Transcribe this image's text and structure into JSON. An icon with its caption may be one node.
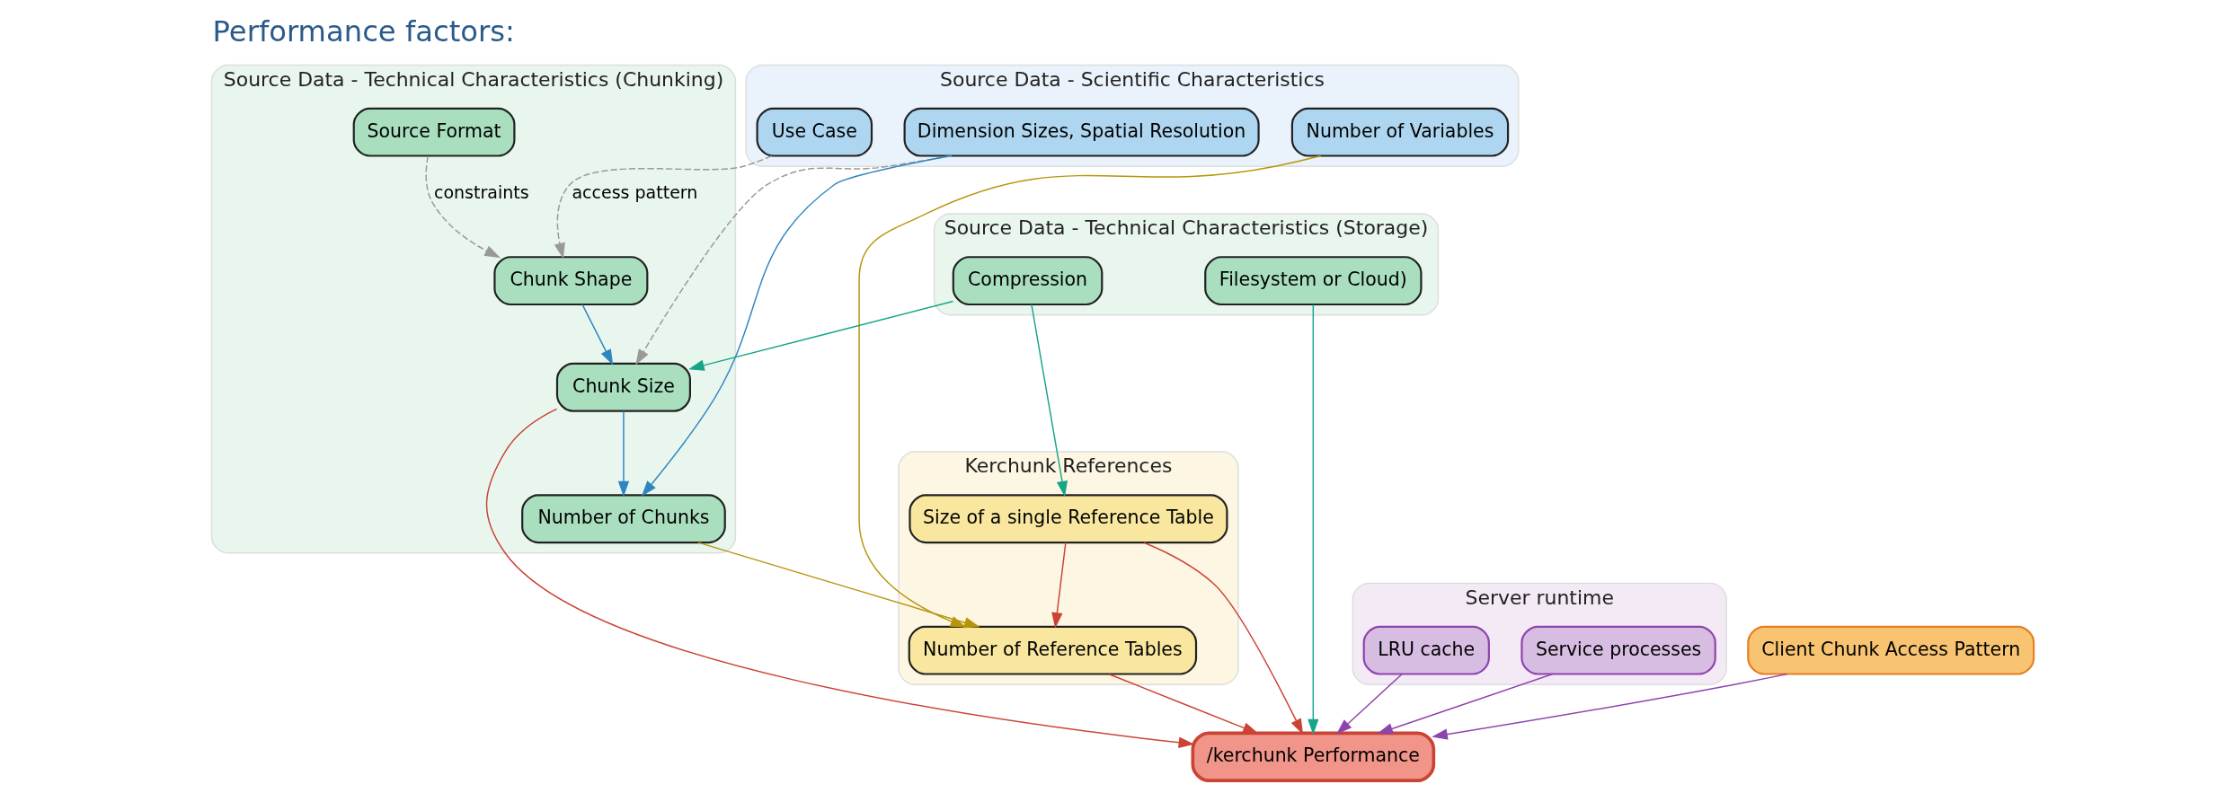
{
  "diagram": {
    "title": "Performance factors:",
    "nodes": [
      {
        "text": [
          "Source Data - Scientific Characteristics"
        ]
      },
      {
        "text": [
          "Use Case"
        ],
        "in": 0
      },
      {
        "text": [
          "Dimension Sizes, Spatial Resolution"
        ],
        "in": 0
      },
      {
        "text": [
          "Number of Variables"
        ],
        "in": 0
      },
      {
        "text": [
          "Source Data - Technical Characteristics (Chunking)"
        ]
      },
      {
        "text": [
          "Source Format"
        ],
        "in": 4
      },
      {
        "text": [
          "Chunk Shape"
        ],
        "in": 4
      },
      {
        "text": [
          "Chunk Size"
        ],
        "in": 4
      },
      {
        "text": [
          "Number of Chunks"
        ],
        "in": 4
      },
      {
        "text": [
          "Source Data - Technical Characteristics (Storage)"
        ]
      },
      {
        "text": [
          "Compression"
        ],
        "in": 9
      },
      {
        "text": [
          "Filesystem or Cloud)"
        ],
        "in": 9
      },
      {
        "text": [
          "Kerchunk References"
        ]
      },
      {
        "text": [
          "Number of Reference Tables"
        ],
        "in": 12
      },
      {
        "text": [
          "Size of a single Reference Table"
        ],
        "in": 12
      },
      {
        "text": [
          "Server runtime"
        ]
      },
      {
        "text": [
          "LRU cache"
        ],
        "in": 15
      },
      {
        "text": [
          "Service processes"
        ],
        "in": 15
      },
      {
        "text": [
          "Client Chunk Access Pattern"
        ]
      },
      {
        "text": [
          "/kerchunk Performance"
        ]
      }
    ],
    "edges": [
      {
        "from": 1,
        "to": 6,
        "arrow": "to",
        "label": "access pattern",
        "style": "dashed",
        "color": "#999999"
      },
      {
        "from": 2,
        "to": 7,
        "arrow": "to",
        "style": "dashed",
        "color": "#999999"
      },
      {
        "from": 2,
        "to": 8,
        "arrow": "to",
        "color": "#2e86c1"
      },
      {
        "from": 3,
        "to": 13,
        "arrow": "to",
        "color": "#b7950b"
      },
      {
        "from": 10,
        "to": 7,
        "arrow": "to",
        "color": "#17a589"
      },
      {
        "from": 5,
        "to": 6,
        "arrow": "to",
        "label": "constraints",
        "style": "dashed",
        "color": "#999999"
      },
      {
        "from": 6,
        "to": 7,
        "arrow": "to",
        "color": "#2e86c1"
      },
      {
        "from": 7,
        "to": 8,
        "arrow": "to",
        "color": "#2e86c1"
      },
      {
        "from": 8,
        "to": 13,
        "arrow": "to",
        "color": "#b7950b"
      },
      {
        "from": 10,
        "to": 14,
        "arrow": "to",
        "color": "#17a589"
      },
      {
        "from": 14,
        "to": 13,
        "arrow": "to",
        "color": "#cb4335"
      },
      {
        "from": 7,
        "to": 19,
        "arrow": "to",
        "color": "#cb4335"
      },
      {
        "from": 13,
        "to": 19,
        "arrow": "to",
        "color": "#cb4335"
      },
      {
        "from": 14,
        "to": 19,
        "arrow": "to",
        "color": "#cb4335"
      },
      {
        "from": 11,
        "to": 19,
        "arrow": "to",
        "color": "#17a589"
      },
      {
        "from": 16,
        "to": 19,
        "arrow": "to",
        "color": "#8e44ad"
      },
      {
        "from": 17,
        "to": 19,
        "arrow": "to",
        "color": "#8e44ad"
      },
      {
        "from": 18,
        "to": 19,
        "arrow": "to",
        "color": "#8e44ad"
      }
    ]
  }
}
